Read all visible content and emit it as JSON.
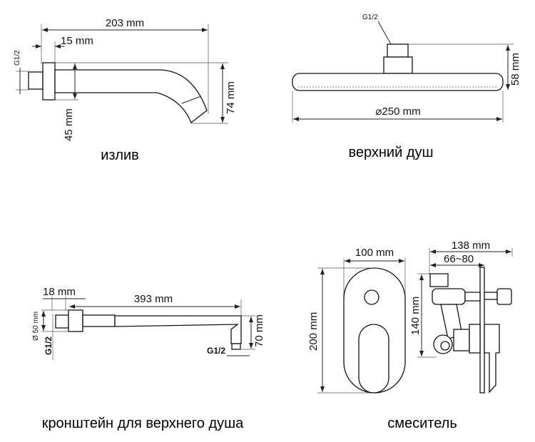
{
  "spout": {
    "caption": "излив",
    "length": "203 mm",
    "flange": "15 mm",
    "thread": "G1/2",
    "height_small": "45 mm",
    "height": "74 mm"
  },
  "overhead_shower": {
    "caption": "верхний душ",
    "thread": "G1/2",
    "height": "58 mm",
    "diameter": "⌀250 mm"
  },
  "shower_arm": {
    "caption": "кронштейн для верхнего душа",
    "flange": "18 mm",
    "length": "393 mm",
    "diameter": "Ø 50 mm",
    "thread_wall": "G1/2",
    "thread_head": "G1/2",
    "height": "70 mm"
  },
  "mixer": {
    "caption": "смеситель",
    "width": "100 mm",
    "height": "200 mm",
    "depth": "138 mm",
    "install_depth": "66~80",
    "body_height": "140 mm"
  }
}
